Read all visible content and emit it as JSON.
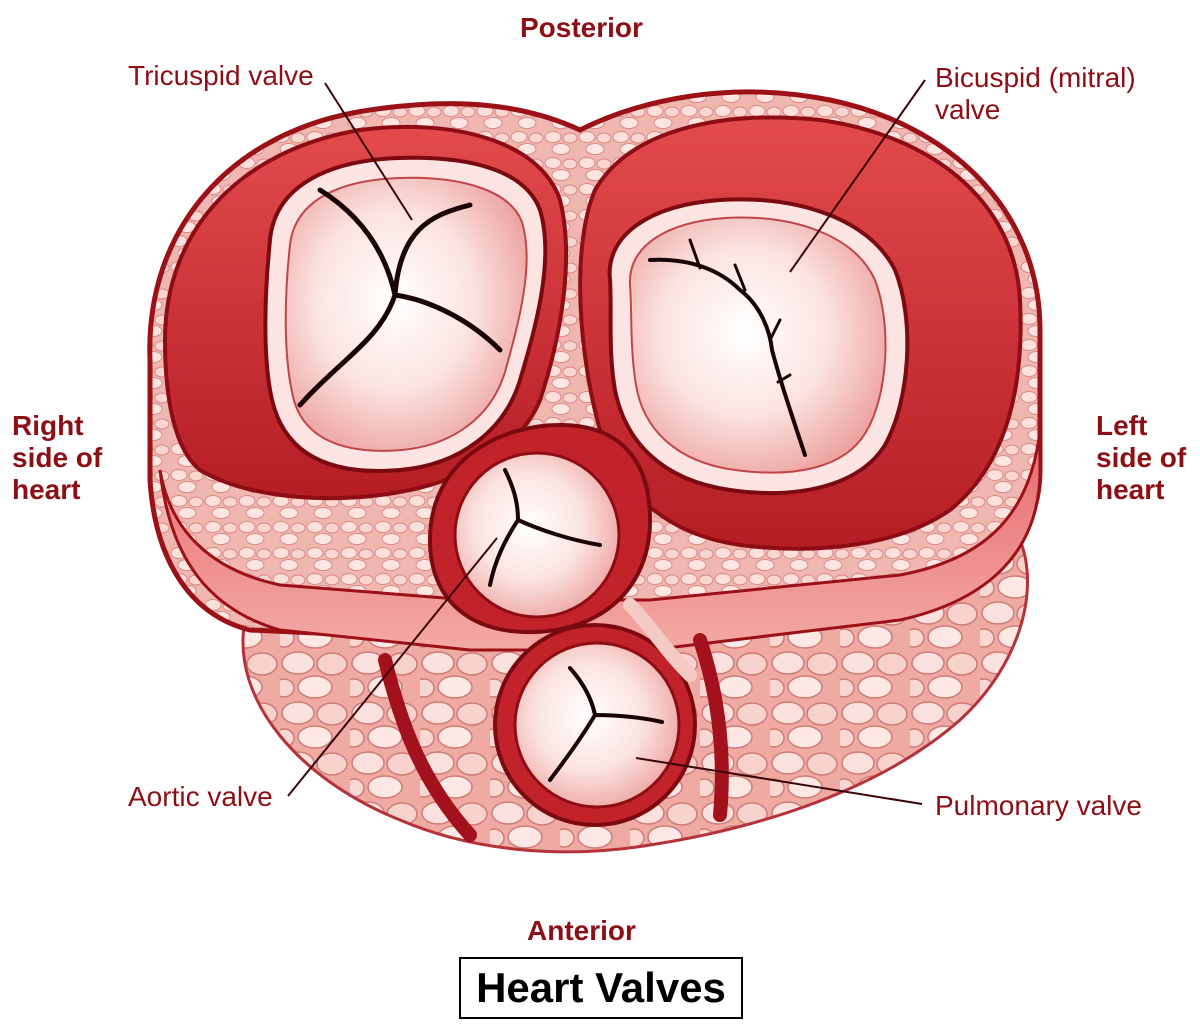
{
  "labels": {
    "posterior": "Posterior",
    "anterior": "Anterior",
    "tricuspid": "Tricuspid valve",
    "bicuspid": "Bicuspid (mitral)\nvalve",
    "right_side": "Right\nside of\nheart",
    "left_side": "Left\nside of\nheart",
    "aortic": "Aortic valve",
    "pulmonary": "Pulmonary valve"
  },
  "title": "Heart Valves",
  "colors": {
    "label_text": "#8c0f16",
    "muscle_dark": "#a3121c",
    "muscle": "#d63a3e",
    "muscle_light": "#e8797a",
    "fat": "#f3c3bd",
    "valve_fill": "#fbe4e2",
    "leader_line": "#5a0a0e"
  }
}
